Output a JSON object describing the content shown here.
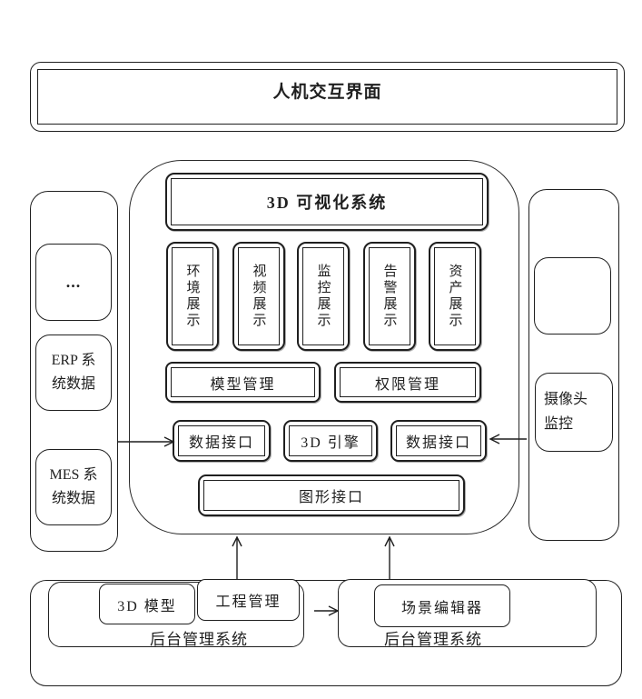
{
  "colors": {
    "line": "#1f1f1f",
    "background": "#ffffff"
  },
  "banner": {
    "label": "人机交互界面"
  },
  "core": {
    "title": "3D 可视化系统",
    "display_modules": [
      "环境展示",
      "视频展示",
      "监控展示",
      "告警展示",
      "资产展示"
    ],
    "management_modules": [
      "模型管理",
      "权限管理"
    ],
    "interfaces": [
      "数据接口",
      "3D 引擎",
      "数据接口"
    ],
    "graphics_interface": "图形接口"
  },
  "left_column": {
    "ellipsis": "...",
    "erp": "ERP 系\n统数据",
    "mes": "MES 系\n统数据"
  },
  "right_column": {
    "camera": "摄像头\n监控"
  },
  "bottom": {
    "left_group": {
      "model": "3D 模型",
      "engineering": "工程管理",
      "label": "后台管理系统"
    },
    "right_group": {
      "scene_editor": "场景编辑器",
      "label": "后台管理系统"
    }
  }
}
